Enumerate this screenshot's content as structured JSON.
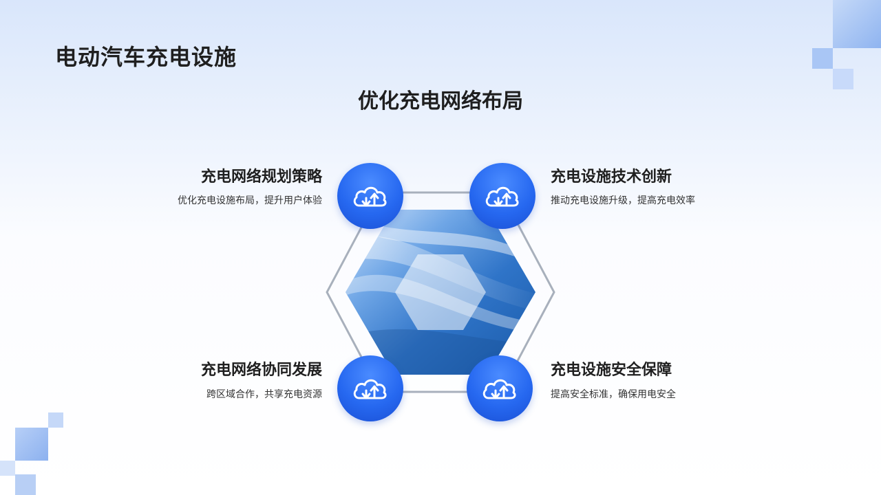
{
  "title": "电动汽车充电设施",
  "subtitle": "优化充电网络布局",
  "items": [
    {
      "position": "top-left",
      "title": "充电网络规划策略",
      "desc": "优化充电设施布局，提升用户体验",
      "icon": "cloud-sync-icon"
    },
    {
      "position": "top-right",
      "title": "充电设施技术创新",
      "desc": "推动充电设施升级，提高充电效率",
      "icon": "cloud-sync-icon"
    },
    {
      "position": "bottom-left",
      "title": "充电网络协同发展",
      "desc": "跨区域合作，共享充电资源",
      "icon": "cloud-sync-icon"
    },
    {
      "position": "bottom-right",
      "title": "充电设施安全保障",
      "desc": "提高安全标准，确保用电安全",
      "icon": "cloud-sync-icon"
    }
  ],
  "colors": {
    "accent": "#2668f0",
    "title_text": "#1f1f1f",
    "hex_frame": "#a8b0bc",
    "decor_square": "#a9c6f5"
  }
}
